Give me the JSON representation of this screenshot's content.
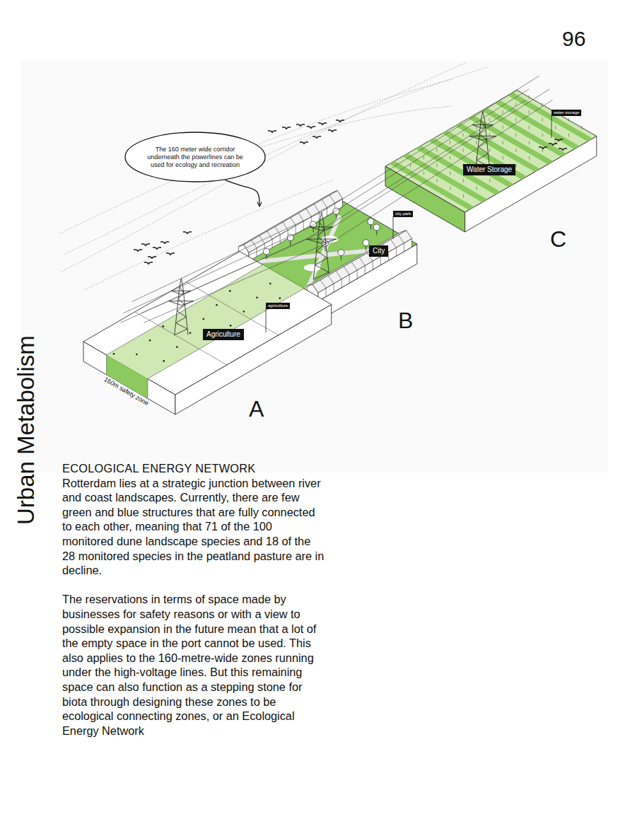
{
  "diagram": {
    "title": "ECOLOGICAL ENERGY NETWORK",
    "nodes": [
      {
        "text": [
          "The 160 meter wide corridor underneath the powerlines can be used for ecology and recreation"
        ]
      },
      {
        "text": [
          "C"
        ]
      },
      {
        "text": [
          "water storage"
        ],
        "in": 1
      },
      {
        "text": [
          "Water Storage"
        ],
        "in": 1
      },
      {
        "text": [
          "B"
        ]
      },
      {
        "text": [
          "city park"
        ],
        "in": 4
      },
      {
        "text": [
          "City"
        ],
        "in": 4
      },
      {
        "text": [
          "A"
        ]
      },
      {
        "text": [
          "agriculture"
        ],
        "in": 7
      },
      {
        "text": [
          "Agriculture"
        ],
        "in": 7
      }
    ],
    "edges": [
      {
        "from": 0,
        "to": 4,
        "arrow": "to"
      }
    ],
    "labels": [
      "96",
      "Urban Metabolism",
      "160m safety zone",
      "Rotterdam lies at a strategic junction between river and coast landscapes. Currently, there are few green and blue structures that are fully connected to each other, meaning that 71 of the 100 monitored dune landscape species and 18 of the 28 monitored species in the peatland pasture are in decline.",
      "The reservations in terms of space made by businesses for safety reasons or with a view to possible expansion in the future mean that a lot of the empty space in the port cannot be used. This also applies to the 160-metre-wide zones running under the high-voltage lines. But this remaining space can also function as a stepping stone for biota through designing these zones to be ecological connecting zones, or an Ecological Energy Network"
    ]
  }
}
